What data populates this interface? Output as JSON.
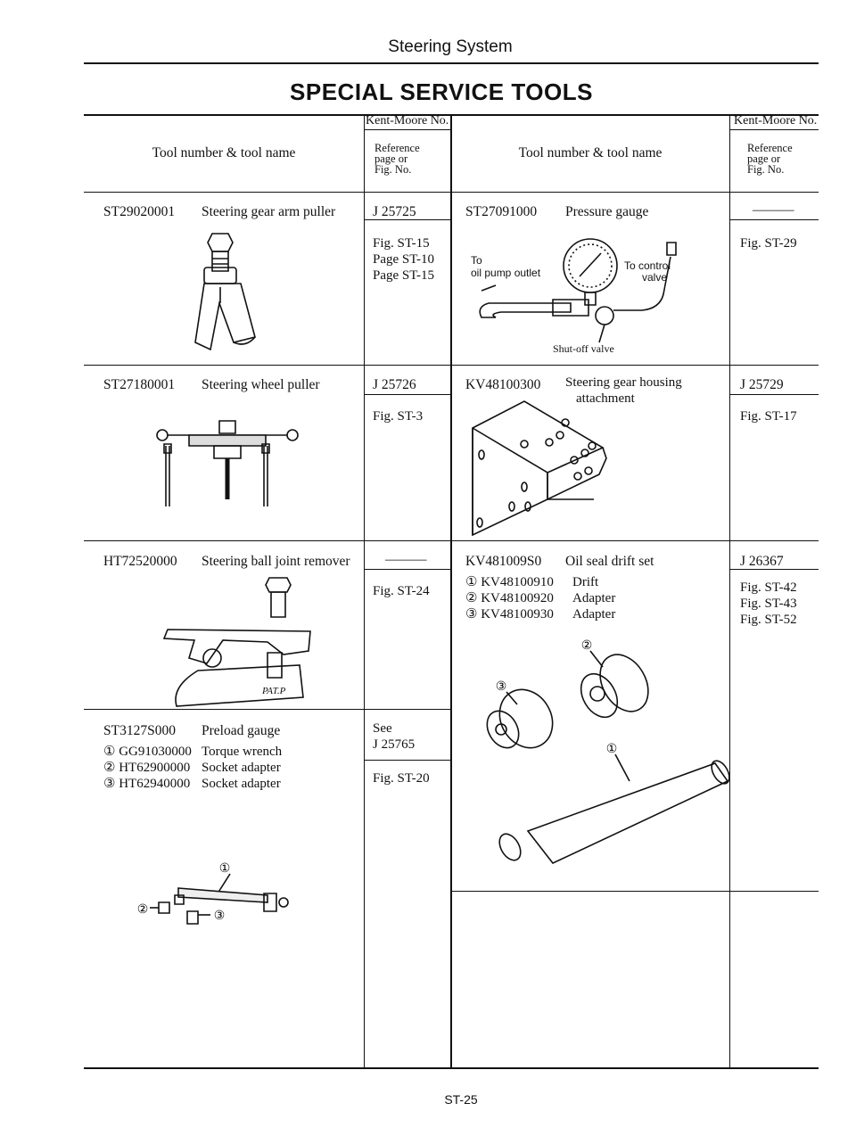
{
  "header": {
    "section": "Steering System",
    "title": "SPECIAL SERVICE TOOLS"
  },
  "columns": {
    "tool": "Tool number & tool name",
    "kent_moore": "Kent-Moore No.",
    "reference": [
      "Reference",
      "page or",
      "Fig. No."
    ]
  },
  "left_tools": [
    {
      "number": "ST29020001",
      "name": "Steering gear arm puller",
      "kent": "J 25725",
      "refs": [
        "Fig. ST-15",
        "Page ST-10",
        "Page ST-15"
      ],
      "icon": "steering-gear-arm-puller"
    },
    {
      "number": "ST27180001",
      "name": "Steering wheel puller",
      "kent": "J 25726",
      "refs": [
        "Fig. ST-3"
      ],
      "icon": "steering-wheel-puller"
    },
    {
      "number": "HT72520000",
      "name": "Steering ball joint remover",
      "kent": "———",
      "refs": [
        "Fig. ST-24"
      ],
      "icon": "ball-joint-remover",
      "marking": "PAT.P"
    },
    {
      "number": "ST3127S000",
      "name": "Preload gauge",
      "kent_lines": [
        "See",
        "J 25765"
      ],
      "refs": [
        "Fig. ST-20"
      ],
      "icon": "preload-gauge",
      "parts": [
        {
          "num": "① GG91030000",
          "name": "Torque wrench"
        },
        {
          "num": "② HT62900000",
          "name": "Socket adapter"
        },
        {
          "num": "③ HT62940000",
          "name": "Socket adapter"
        }
      ],
      "callouts": [
        "①",
        "②",
        "③"
      ]
    }
  ],
  "right_tools": [
    {
      "number": "ST27091000",
      "name": "Pressure gauge",
      "kent": "———",
      "refs": [
        "Fig. ST-29"
      ],
      "icon": "pressure-gauge",
      "labels": {
        "to_pump_1": "To",
        "to_pump_2": "oil pump outlet",
        "to_control_1": "To control",
        "to_control_2": "valve",
        "shutoff": "Shut-off valve"
      }
    },
    {
      "number": "KV48100300",
      "name_lines": [
        "Steering gear housing",
        "attachment"
      ],
      "kent": "J 25729",
      "refs": [
        "Fig. ST-17"
      ],
      "icon": "housing-attachment"
    },
    {
      "number": "KV481009S0",
      "name": "Oil seal drift set",
      "kent": "J 26367",
      "refs": [
        "Fig. ST-42",
        "Fig. ST-43",
        "Fig. ST-52"
      ],
      "icon": "oil-seal-drift-set",
      "parts": [
        {
          "num": "① KV48100910",
          "name": "Drift"
        },
        {
          "num": "② KV48100920",
          "name": "Adapter"
        },
        {
          "num": "③ KV48100930",
          "name": "Adapter"
        }
      ],
      "callouts": [
        "①",
        "②",
        "③"
      ]
    }
  ],
  "footer": {
    "page": "ST-25"
  }
}
